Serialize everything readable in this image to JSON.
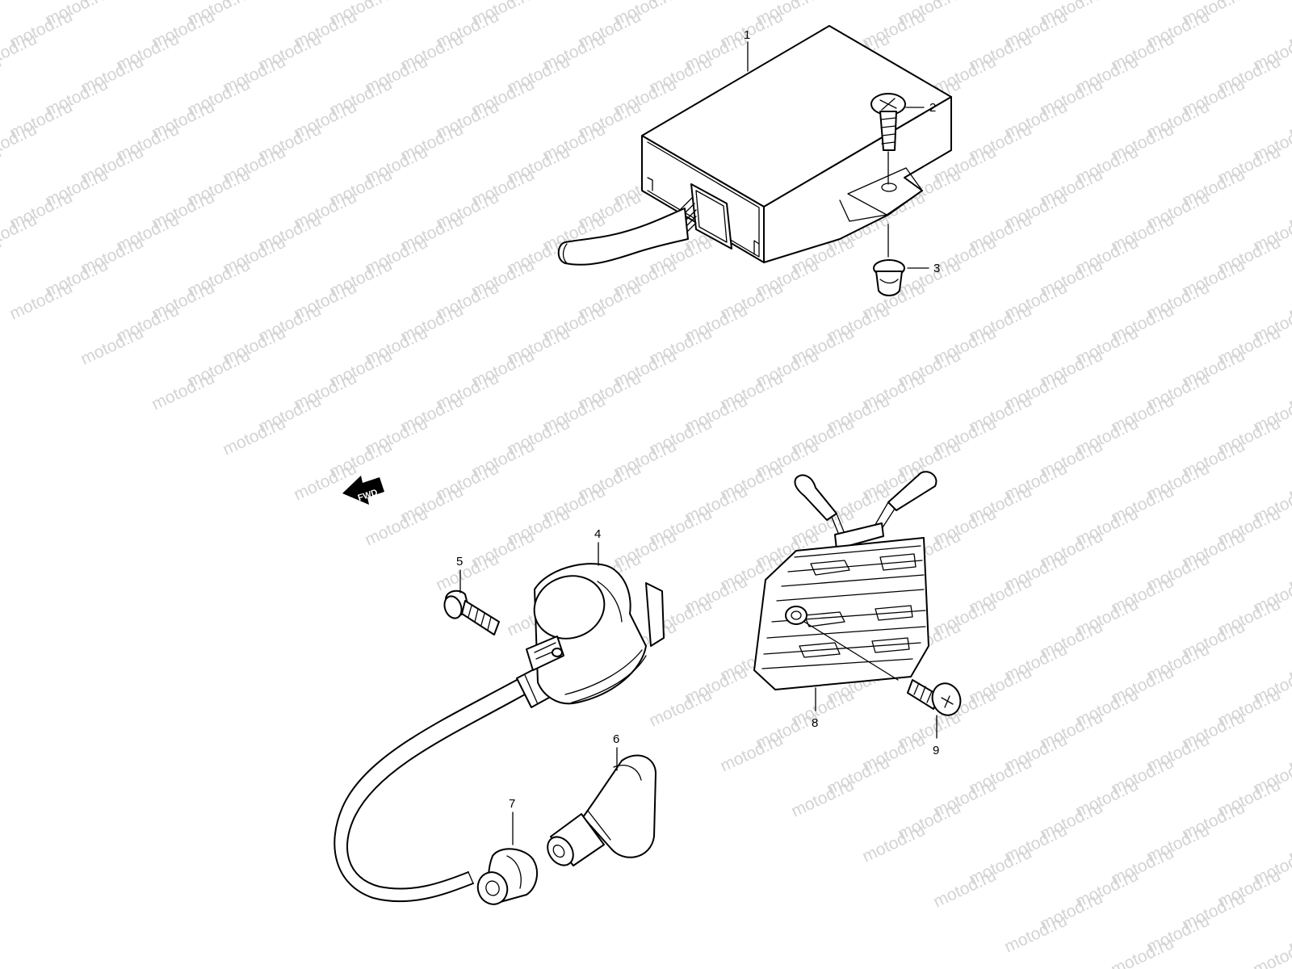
{
  "watermark": {
    "text": "motod.ru",
    "color": "#d4d4d4"
  },
  "fwd_badge": {
    "text": "FWD"
  },
  "callouts": [
    {
      "id": "1",
      "label": "1"
    },
    {
      "id": "2",
      "label": "2"
    },
    {
      "id": "3",
      "label": "3"
    },
    {
      "id": "4",
      "label": "4"
    },
    {
      "id": "5",
      "label": "5"
    },
    {
      "id": "6",
      "label": "6"
    },
    {
      "id": "7",
      "label": "7"
    },
    {
      "id": "8",
      "label": "8"
    },
    {
      "id": "9",
      "label": "9"
    }
  ]
}
